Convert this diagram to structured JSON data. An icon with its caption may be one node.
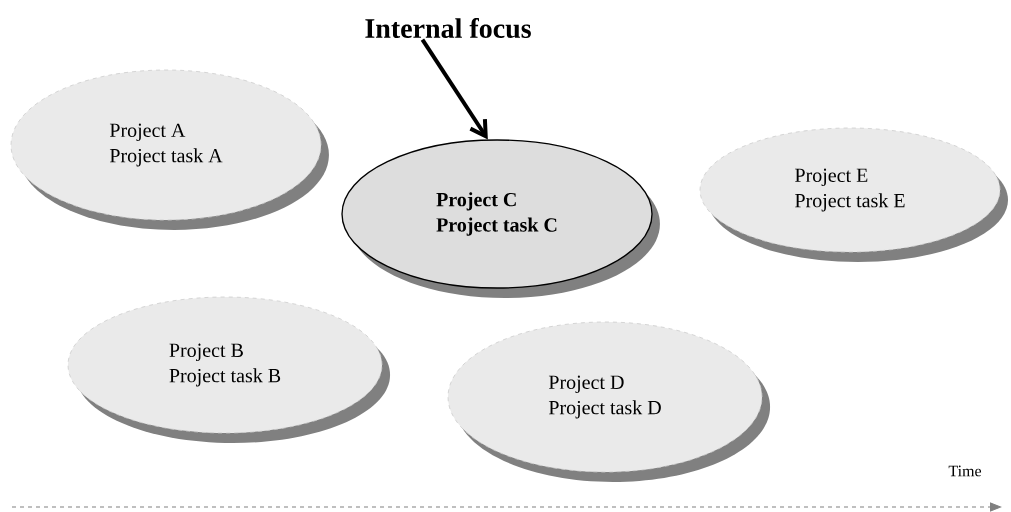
{
  "diagram": {
    "nodes": [
      {
        "text": [
          "Internal focus"
        ]
      },
      {
        "text": [
          "Project A",
          "Project task A"
        ]
      },
      {
        "text": [
          "Project C",
          "Project task C"
        ]
      },
      {
        "text": [
          "Project E",
          "Project task E"
        ]
      },
      {
        "text": [
          "Project B",
          "Project task B"
        ]
      },
      {
        "text": [
          "Project D",
          "Project task D"
        ]
      }
    ],
    "edges": [
      {
        "from": 0,
        "to": 2,
        "arrow": "to"
      }
    ],
    "labels": [
      "Time"
    ]
  }
}
